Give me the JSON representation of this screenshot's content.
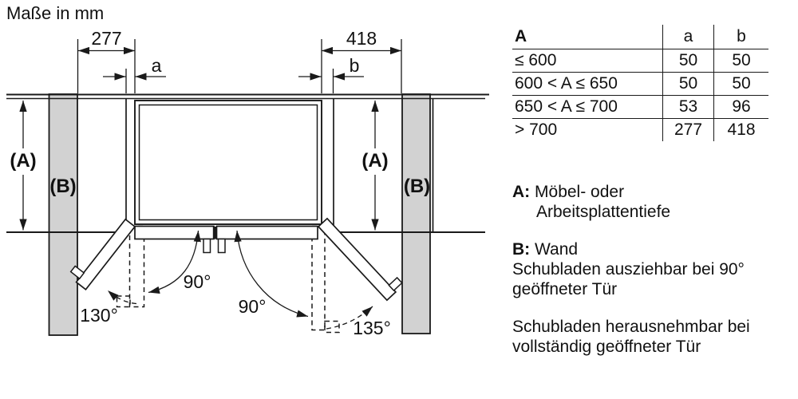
{
  "title": "Maße in mm",
  "colors": {
    "line": "#1a1a1a",
    "wall-fill": "#d2d2d2",
    "text": "#111111",
    "bg": "#ffffff"
  },
  "diagram": {
    "dim_left": "277",
    "dim_right": "418",
    "gap_left_label": "a",
    "gap_right_label": "b",
    "depth_label_left": "(A)",
    "depth_label_right": "(A)",
    "wall_label_left": "(B)",
    "wall_label_right": "(B)",
    "angle_left_90": "90°",
    "angle_right_90": "90°",
    "angle_left_max": "130°",
    "angle_right_max": "135°"
  },
  "table": {
    "headers": {
      "col1": "A",
      "col2": "a",
      "col3": "b"
    },
    "rows": [
      {
        "range": "≤ 600",
        "a": "50",
        "b": "50"
      },
      {
        "range": "600 < A ≤ 650",
        "a": "50",
        "b": "50"
      },
      {
        "range": "650 < A ≤ 700",
        "a": "53",
        "b": "96"
      },
      {
        "range": "> 700",
        "a": "277",
        "b": "418"
      }
    ]
  },
  "legend": {
    "a_key": "A:",
    "a_line1": "Möbel- oder",
    "a_line2": "Arbeitsplattentiefe",
    "b_key": "B:",
    "b_text": "Wand",
    "note1_line1": "Schubladen ausziehbar bei 90°",
    "note1_line2": "geöffneter Tür",
    "note2_line1": "Schubladen herausnehmbar bei",
    "note2_line2": "vollständig geöffneter Tür"
  }
}
